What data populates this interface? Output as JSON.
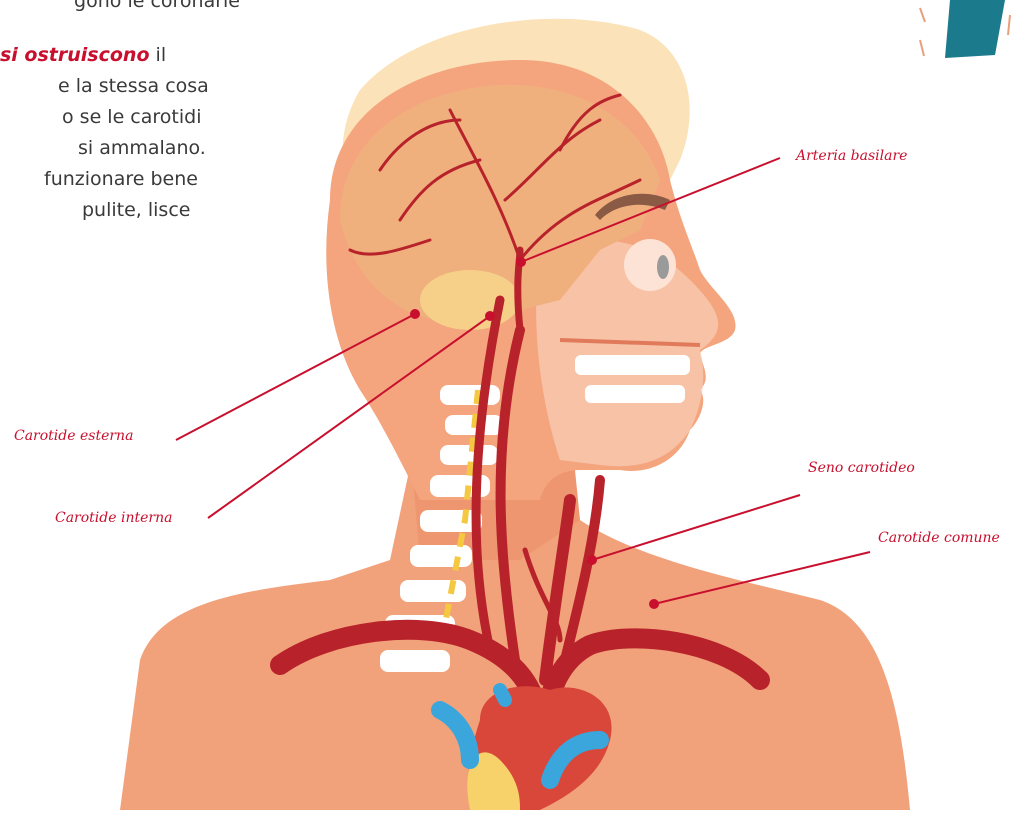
{
  "paragraph": {
    "line1": "gono le coronarie",
    "line2_emph": "si ostruiscono",
    "line2_rest": " il",
    "line3": "e la stessa cosa",
    "line4": "o se le carotidi",
    "line5": "si ammalano.",
    "line6": "funzionare bene",
    "line7": "pulite, lisce"
  },
  "labels": {
    "arteria_basilare": "Arteria basilare",
    "carotide_esterna": "Carotide esterna",
    "carotide_interna": "Carotide interna",
    "seno_carotideo": "Seno carotideo",
    "carotide_comune": "Carotide comune"
  },
  "colors": {
    "accent": "#c8102e",
    "skin": "#f2a27a",
    "artery": "#b8232b",
    "vein": "#3aa6dc",
    "bone": "#ffffff",
    "hair": "#fbe2b8",
    "brain": "#f0b07e"
  }
}
